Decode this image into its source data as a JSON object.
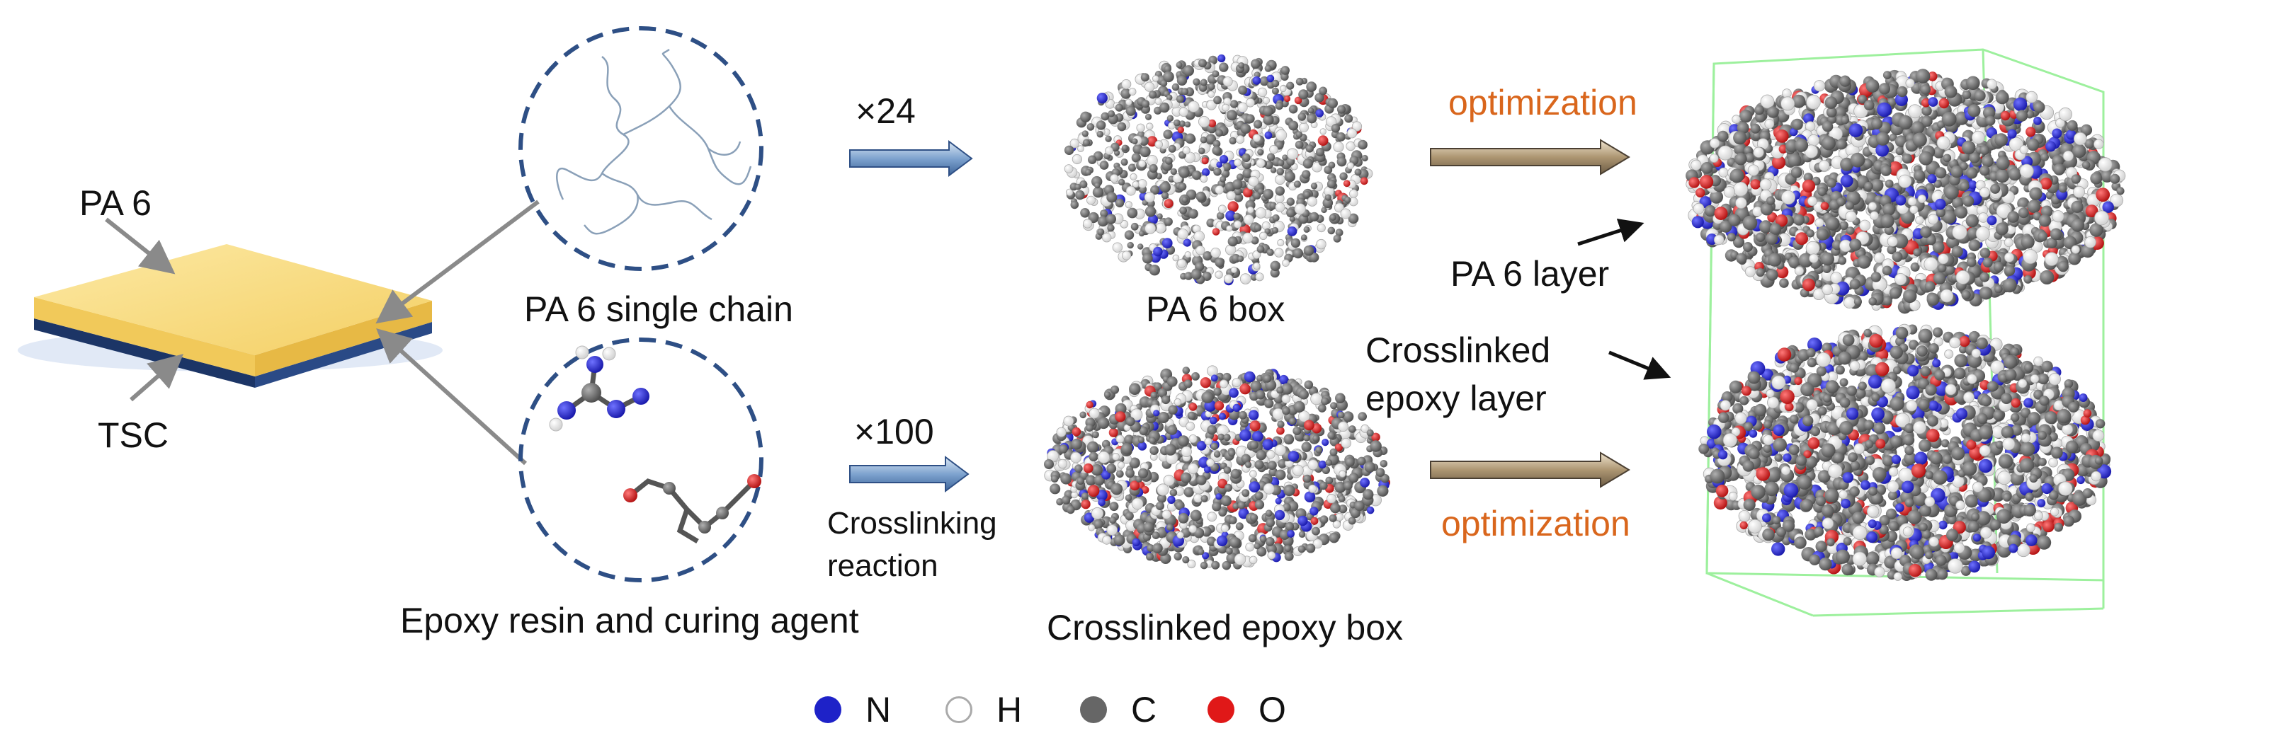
{
  "labels": {
    "pa6": "PA 6",
    "tsc": "TSC",
    "single_chain": "PA 6 single chain",
    "epoxy_resin": "Epoxy resin and curing agent",
    "mult_24": "×24",
    "mult_100": "×100",
    "crosslinking": "Crosslinking",
    "reaction": "reaction",
    "pa6_box": "PA 6 box",
    "crosslinked_box": "Crosslinked epoxy box",
    "opt_top": "optimization",
    "opt_bottom": "optimization",
    "pa6_layer": "PA 6 layer",
    "crosslinked_1": "Crosslinked",
    "crosslinked_2": "epoxy layer"
  },
  "legend": [
    {
      "symbol": "N",
      "color": "#1e22c8"
    },
    {
      "symbol": "H",
      "color": "#ffffff"
    },
    {
      "symbol": "C",
      "color": "#666666"
    },
    {
      "symbol": "O",
      "color": "#e01818"
    }
  ],
  "colors": {
    "pa6_film": "#f8dc7e",
    "tsc_film": "#1f3b6f",
    "circle_dash": "#2e4f85",
    "arrow_blue": "#8fb0d6",
    "arrow_tan": "#b09b78",
    "accent_orange": "#d9661c",
    "box_green": "#9df09d"
  }
}
